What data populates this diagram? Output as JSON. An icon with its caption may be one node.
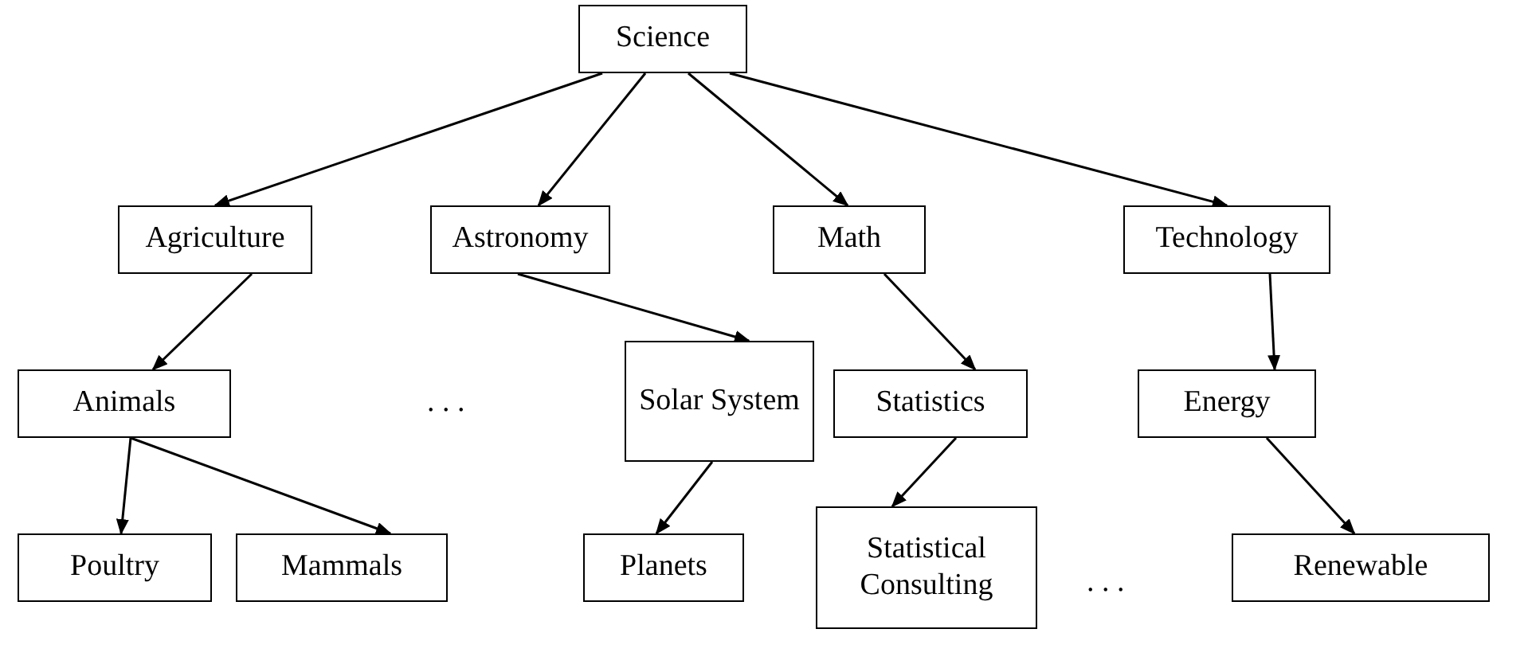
{
  "diagram": {
    "nodes": [
      {
        "text": [
          "Science"
        ]
      },
      {
        "text": [
          "Agriculture"
        ]
      },
      {
        "text": [
          "Astronomy"
        ]
      },
      {
        "text": [
          "Math"
        ]
      },
      {
        "text": [
          "Technology"
        ]
      },
      {
        "text": [
          "Animals"
        ]
      },
      {
        "text": [
          "Solar System"
        ]
      },
      {
        "text": [
          "Statistics"
        ]
      },
      {
        "text": [
          "Energy"
        ]
      },
      {
        "text": [
          "Poultry"
        ]
      },
      {
        "text": [
          "Mammals"
        ]
      },
      {
        "text": [
          "Planets"
        ]
      },
      {
        "text": [
          "Statistical Consulting"
        ]
      },
      {
        "text": [
          "Renewable"
        ]
      }
    ],
    "edges": [
      {
        "from": 0,
        "to": 1,
        "arrow": "to"
      },
      {
        "from": 0,
        "to": 2,
        "arrow": "to"
      },
      {
        "from": 0,
        "to": 3,
        "arrow": "to"
      },
      {
        "from": 0,
        "to": 4,
        "arrow": "to"
      },
      {
        "from": 1,
        "to": 5,
        "arrow": "to"
      },
      {
        "from": 2,
        "to": 6,
        "arrow": "to"
      },
      {
        "from": 3,
        "to": 7,
        "arrow": "to"
      },
      {
        "from": 4,
        "to": 8,
        "arrow": "to"
      },
      {
        "from": 5,
        "to": 9,
        "arrow": "to"
      },
      {
        "from": 5,
        "to": 10,
        "arrow": "to"
      },
      {
        "from": 6,
        "to": 11,
        "arrow": "to"
      },
      {
        "from": 7,
        "to": 12,
        "arrow": "to"
      },
      {
        "from": 8,
        "to": 13,
        "arrow": "to"
      }
    ],
    "labels": [
      ". . .",
      ". . ."
    ]
  }
}
